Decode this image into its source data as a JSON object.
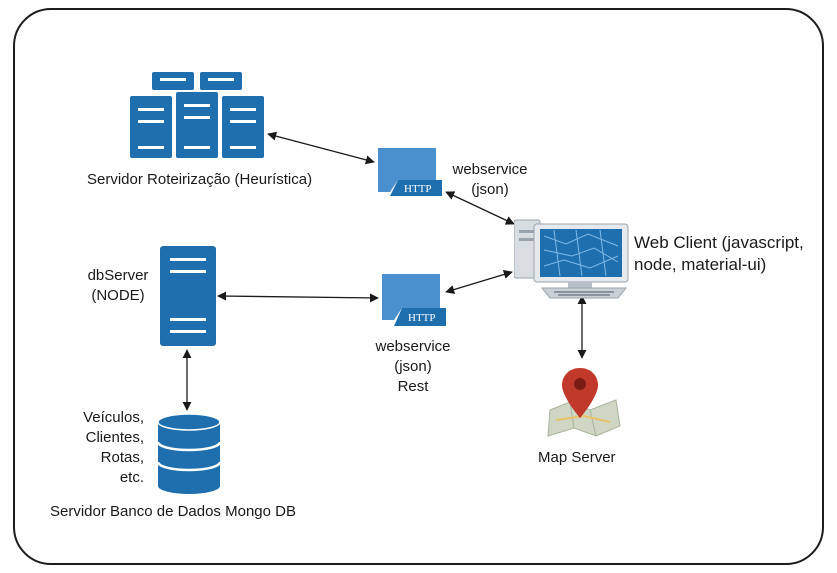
{
  "colors": {
    "server_blue": "#1f6fae",
    "server_dark": "#155a90",
    "http_blue": "#4a90cf",
    "arrow": "#1a1a1a",
    "frame": "#1c1c1c",
    "pin_red": "#c0392b"
  },
  "nodes": {
    "routing_server": {
      "icon": "server-cluster-icon",
      "label": "Servidor Roteirização (Heurística)"
    },
    "webservice_top": {
      "icon": "http-icon",
      "badge": "HTTP",
      "label_line1": "webservice",
      "label_line2": "(json)"
    },
    "web_client": {
      "icon": "desktop-computer-icon",
      "label_line1": "Web Client (javascript,",
      "label_line2": "node, material-ui)"
    },
    "db_server": {
      "icon": "server-icon",
      "label_line1": "dbServer",
      "label_line2": "(NODE)"
    },
    "webservice_rest": {
      "icon": "http-icon",
      "badge": "HTTP",
      "label_line1": "webservice",
      "label_line2": "(json)",
      "label_line3": "Rest"
    },
    "database": {
      "icon": "database-icon",
      "contents": [
        "Veículos,",
        "Clientes,",
        "Rotas,",
        "etc."
      ],
      "label": "Servidor Banco de Dados Mongo DB"
    },
    "map_server": {
      "icon": "map-pin-icon",
      "label": "Map Server"
    }
  }
}
